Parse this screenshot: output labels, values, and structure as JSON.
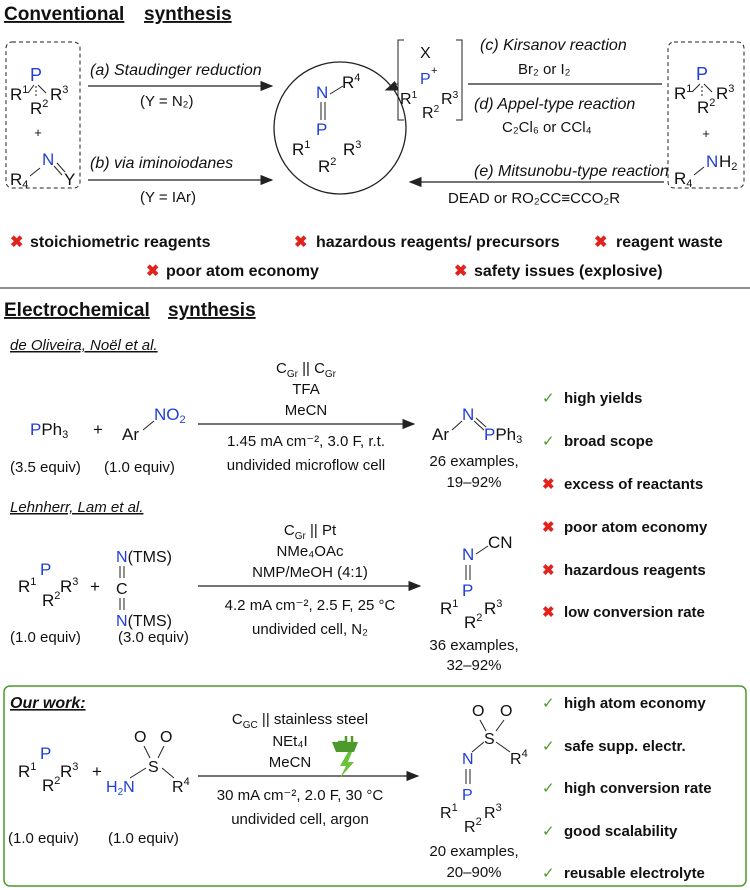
{
  "conventional": {
    "title_a": "Conventional",
    "title_b": "synthesis",
    "left_box": {
      "plus": "+"
    },
    "route_a": {
      "label": "(a) Staudinger reduction",
      "cond": "(Y = N₂)"
    },
    "route_b": {
      "label": "(b) via iminoiodanes",
      "cond": "(Y = IAr)"
    },
    "route_c": {
      "label": "(c) Kirsanov reaction",
      "cond": "Br₂ or I₂"
    },
    "route_d": {
      "label": "(d) Appel-type reaction",
      "cond": "C₂Cl₆ or CCl₄"
    },
    "route_e": {
      "label": "(e) Mitsunobu-type reaction",
      "cond": "DEAD or RO₂CC≡CCO₂R"
    },
    "drawbacks": [
      "stoichiometric reagents",
      "hazardous reagents/ precursors",
      "reagent waste",
      "poor atom economy",
      "safety issues (explosive)"
    ]
  },
  "electrochemical": {
    "title_a": "Electrochemical",
    "title_b": "synthesis",
    "work1": {
      "authors": "de Oliveira, Noël et al.",
      "reactant1_equiv": "(3.5 equiv)",
      "reactant2_equiv": "(1.0 equiv)",
      "cond_lines": [
        "TFA",
        "MeCN"
      ],
      "cond_below": [
        "1.45 mA cm⁻², 3.0 F, r.t.",
        "undivided microflow cell"
      ],
      "result": [
        "26 examples,",
        "19–92%"
      ]
    },
    "work2": {
      "authors": "Lehnherr, Lam et al.",
      "reactant1_equiv": "(1.0 equiv)",
      "reactant2_equiv": "(3.0 equiv)",
      "cond_lines": [
        "NMe₄OAc",
        "NMP/MeOH (4:1)"
      ],
      "cond_below": [
        "4.2 mA cm⁻², 2.5 F, 25 °C",
        "undivided cell, N₂"
      ],
      "result": [
        "36 examples,",
        "32–92%"
      ]
    },
    "features": [
      {
        "mark": "check",
        "text": "high yields"
      },
      {
        "mark": "check",
        "text": "broad scope"
      },
      {
        "mark": "cross",
        "text": "excess of reactants"
      },
      {
        "mark": "cross",
        "text": "poor atom economy"
      },
      {
        "mark": "cross",
        "text": "hazardous reagents"
      },
      {
        "mark": "cross",
        "text": "low conversion rate"
      }
    ]
  },
  "our_work": {
    "title": "Our work:",
    "cond_top": "Cᴳᴄ || stainless steel",
    "cond_lines": [
      "NEt₄I",
      "MeCN"
    ],
    "cond_below": [
      "30 mA cm⁻², 2.0 F, 30 °C",
      "undivided cell, argon"
    ],
    "reactant1_equiv": "(1.0 equiv)",
    "reactant2_equiv": "(1.0 equiv)",
    "result": [
      "20 examples,",
      "20–90%"
    ],
    "features": [
      "high atom economy",
      "safe supp. electr.",
      "high conversion rate",
      "good scalability",
      "reusable electrolyte"
    ]
  },
  "colors": {
    "phosphorus": "#1f3fd6",
    "nitrogen": "#1f3fd6",
    "cross": "#e0231c",
    "check": "#4b9a2a",
    "box": "#4b9a2a"
  }
}
